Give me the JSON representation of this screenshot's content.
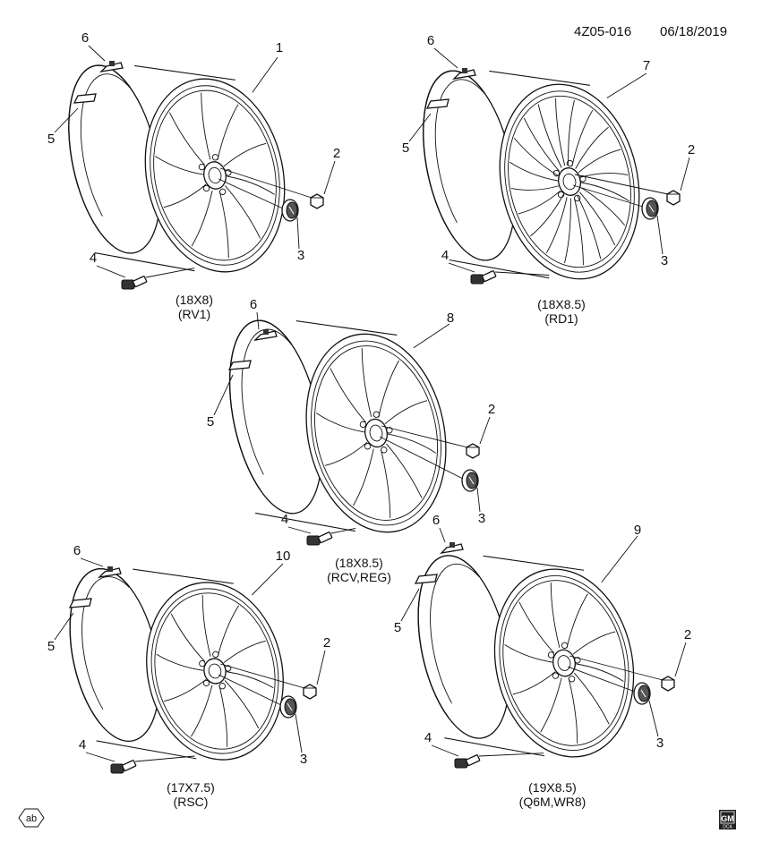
{
  "header": {
    "code": "4Z05-016",
    "date": "06/18/2019"
  },
  "wheels": [
    {
      "id": "w1",
      "callout": "1",
      "size": "(18X8)",
      "rpo": "(RV1)"
    },
    {
      "id": "w7",
      "callout": "7",
      "size": "(18X8.5)",
      "rpo": "(RD1)"
    },
    {
      "id": "w8",
      "callout": "8",
      "size": "(18X8.5)",
      "rpo": "(RCV,REG)"
    },
    {
      "id": "w10",
      "callout": "10",
      "size": "(17X7.5)",
      "rpo": "(RSC)"
    },
    {
      "id": "w9",
      "callout": "9",
      "size": "(19X8.5)",
      "rpo": "(Q6M,WR8)"
    }
  ],
  "callouts": {
    "nut": "2",
    "cap": "3",
    "sensor": "4",
    "weight_5": "5",
    "weight_6": "6"
  },
  "footer": {
    "ab_badge": "ab",
    "gm_logo": "GM",
    "gm_sub": "DCA",
    "icons": [
      "ab-badge-icon",
      "gm-logo-icon"
    ]
  }
}
